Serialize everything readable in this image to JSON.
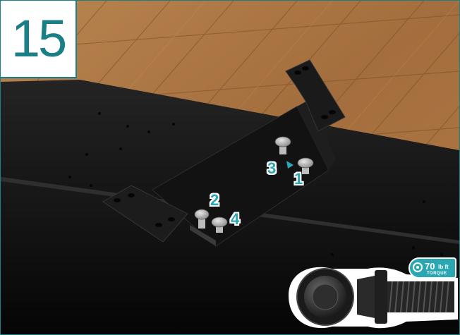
{
  "step": {
    "number": "15"
  },
  "callouts": {
    "c1": "1",
    "c2": "2",
    "c3": "3",
    "c4": "4"
  },
  "torque": {
    "value": "70",
    "unit": "lb ft",
    "label": "TORQUE"
  },
  "colors": {
    "accent": "#2aa7b3",
    "frame": "#1a7f86",
    "wood": "#a87242",
    "steel": "#141414"
  },
  "icons": {
    "torque": "torque-wrench-icon",
    "bolt": "flange-bolt-icon"
  }
}
